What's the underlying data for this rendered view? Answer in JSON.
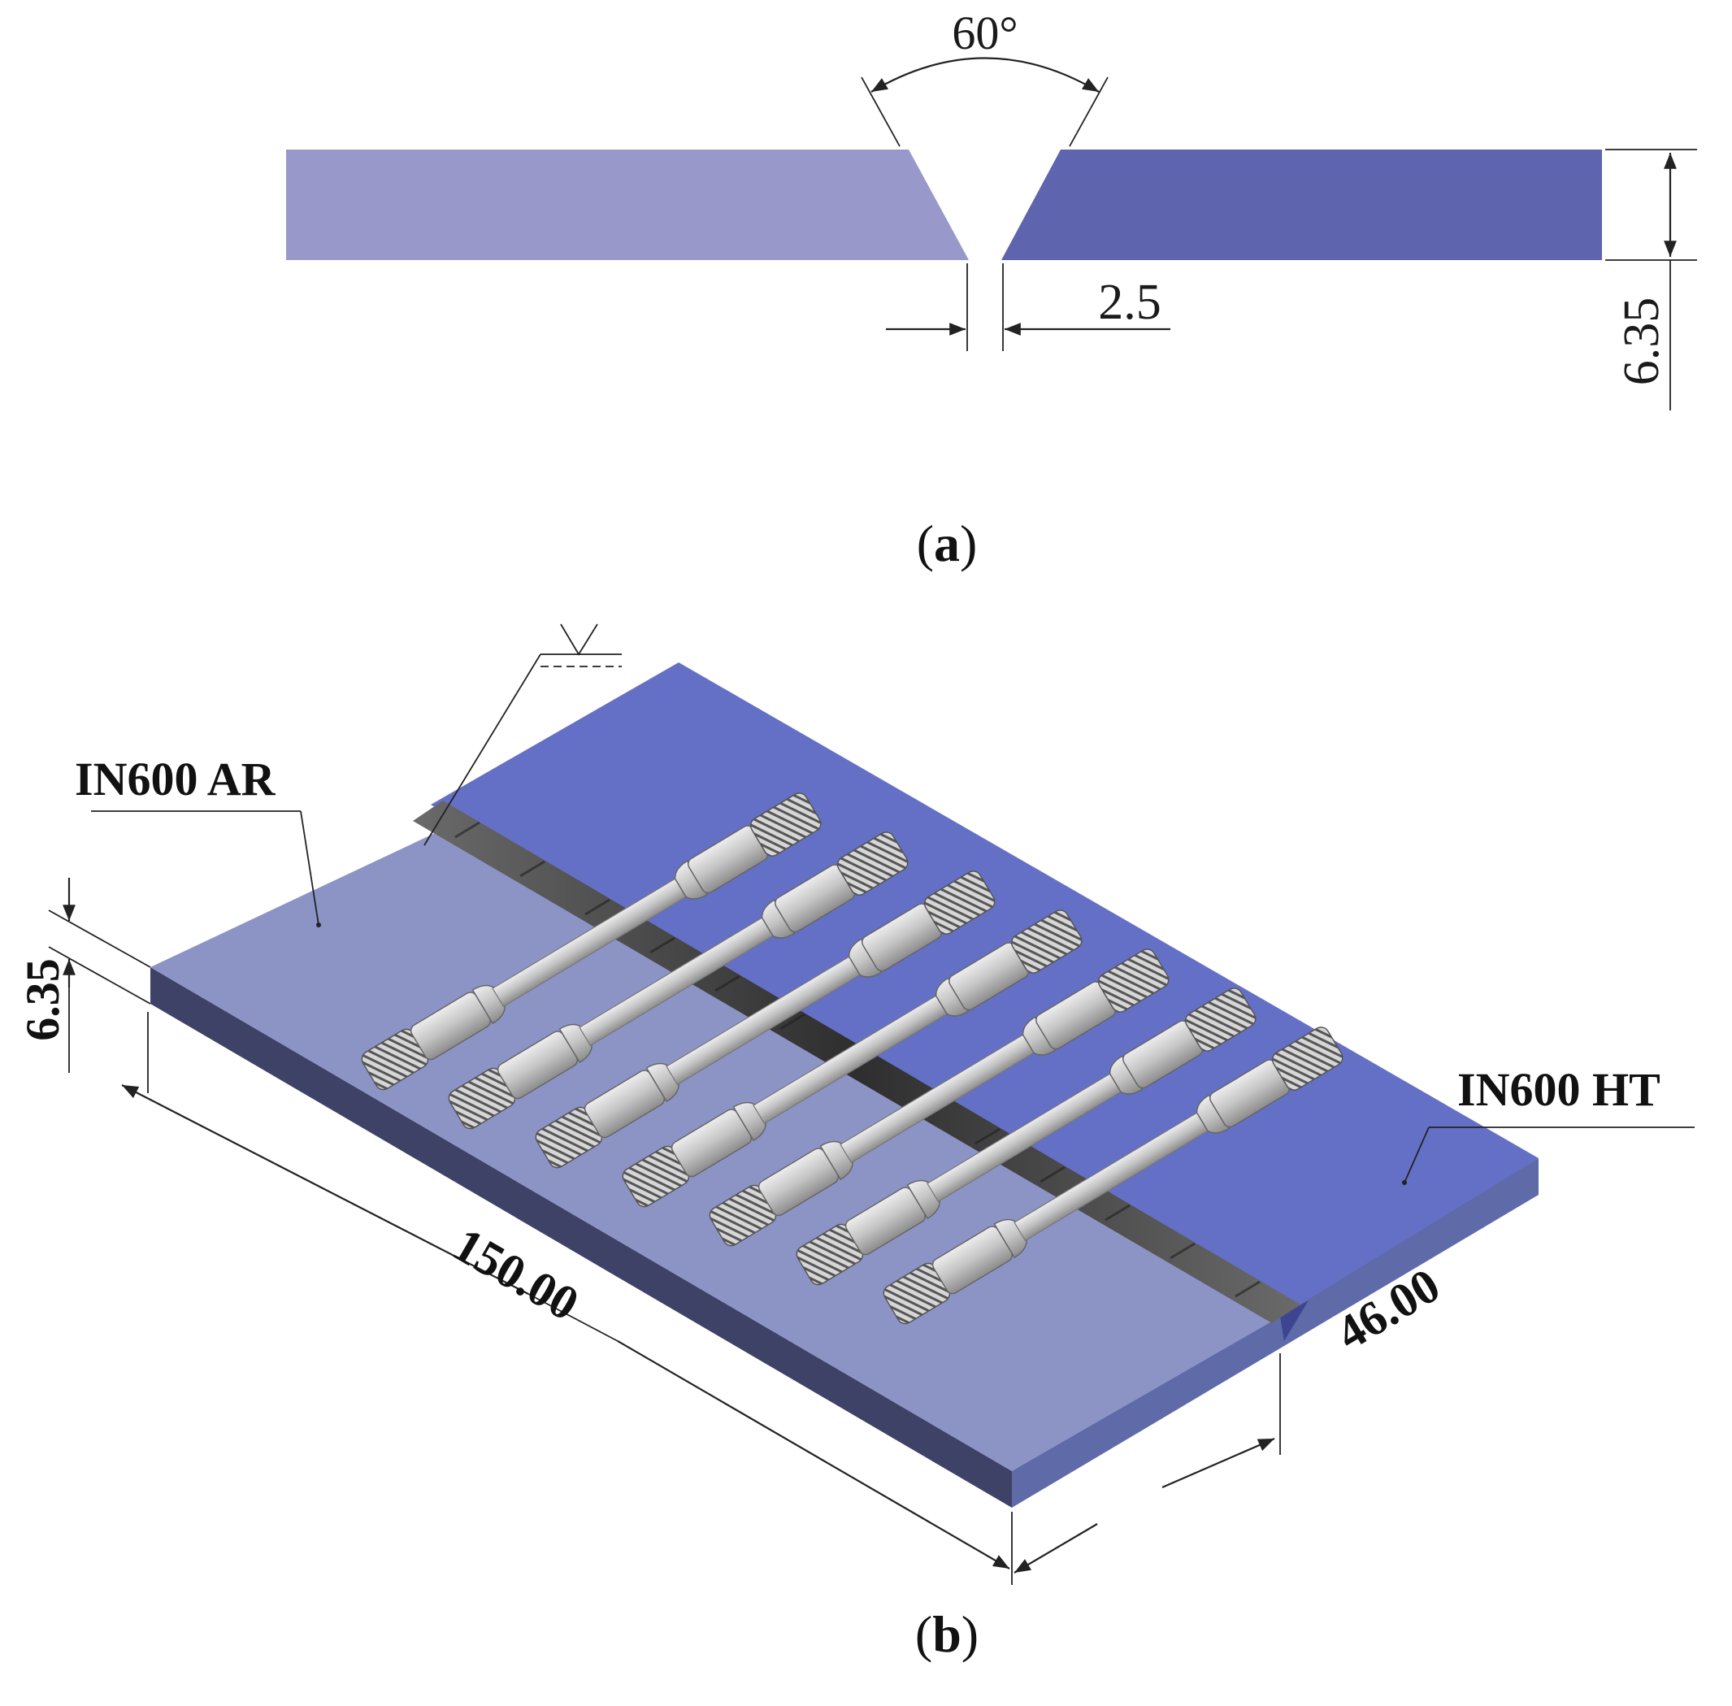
{
  "panel_a": {
    "angle_label": "60°",
    "gap_label": "2.5",
    "thickness_label": "6.35",
    "caption_letter": "a",
    "colors": {
      "left_plate": "#9898CB",
      "right_plate": "#5E64AE"
    }
  },
  "panel_b": {
    "left_material_label": "IN600 AR",
    "right_material_label": "IN600 HT",
    "thickness_label": "6.35",
    "length_label": "150.00",
    "width_label": "46.00",
    "caption_letter": "b",
    "specimen_count": 7,
    "colors": {
      "left_plate_top": "#8C94C6",
      "right_plate_top": "#6470C6",
      "plate_side": "#3E4266",
      "specimen": "#C8C8C8",
      "weld_bead": "#4A4A4A"
    }
  }
}
